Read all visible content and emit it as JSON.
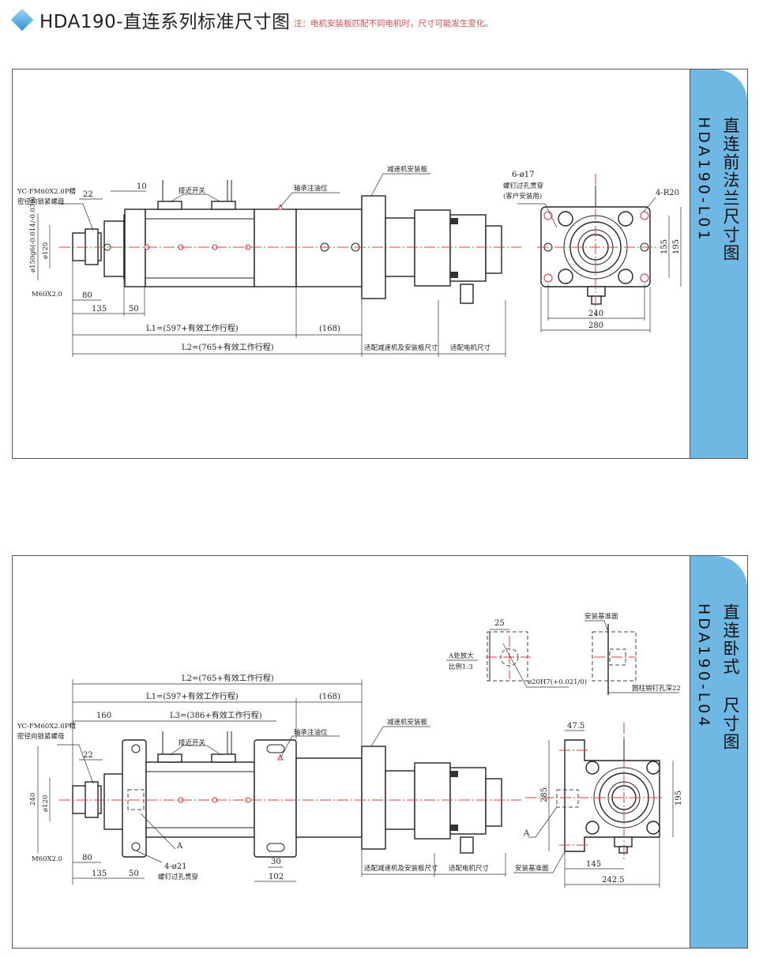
{
  "header": {
    "title": "HDA190-直连系列标准尺寸图",
    "note": "注：电机安装板匹配不同电机时，尺寸可能发生变化。"
  },
  "colors": {
    "accent": "#6fb8e3",
    "centerline": "#e23c3c",
    "note": "#e04a4a"
  },
  "panel_front_flange": {
    "side_code": "HDA190-L01",
    "side_title": "直连前法兰尺寸图",
    "labels": {
      "nut_line1": "YC-FM60X2.0P精",
      "nut_line2": "密径向锁紧螺母",
      "proximity_switch": "接近开关",
      "bearing_oil": "轴承注油位",
      "reducer_plate": "减速机安装板",
      "thread": "M60X2.0",
      "holes": "6-ø17",
      "holes_note1": "螺钉过孔贯穿",
      "holes_note2": "(客户安装用)",
      "radius": "4-R20",
      "reducer_dim": "适配减速机及安装板尺寸",
      "motor_dim": "适配电机尺寸"
    },
    "dims": {
      "d10": "10",
      "d22": "22",
      "d80": "80",
      "d135": "135",
      "d50": "50",
      "l1": "L1=(597+有效工作行程)",
      "d168": "(168)",
      "l2": "L2=(765+有效工作行程)",
      "d150": "ø150g6(-0.014/-0.039)",
      "d120": "ø120",
      "d240": "240",
      "d280": "280",
      "d155": "155",
      "d195": "195"
    }
  },
  "panel_horizontal": {
    "side_code": "HDA190-L04",
    "side_title": "直连卧式 尺寸图",
    "labels": {
      "nut_line1": "YC-FM60X2.0P精",
      "nut_line2": "密径向锁紧螺母",
      "proximity_switch": "接近开关",
      "bearing_oil": "轴承注油位",
      "reducer_plate": "减速机安装板",
      "thread": "M60X2.0",
      "holes": "4-ø21",
      "holes_note": "螺钉过孔贯穿",
      "mark_a": "A",
      "detail_title": "A处放大",
      "detail_scale": "比例1:3",
      "pin_hole": "ø20H7(+0.021/0)",
      "datum_top": "安装基准面",
      "pin_depth": "圆柱销钉孔深22",
      "datum_bottom": "安装基准面",
      "mark_a2": "A",
      "reducer_dim": "适配减速机及安装板尺寸",
      "motor_dim": "适配电机尺寸"
    },
    "dims": {
      "l2": "L2=(765+有效工作行程)",
      "l1": "L1=(597+有效工作行程)",
      "d168": "(168)",
      "l3": "L3=(386+有效工作行程)",
      "d160": "160",
      "d22": "22",
      "d240": "240",
      "d120": "ø120",
      "d80": "80",
      "d135": "135",
      "d50": "50",
      "d30": "30",
      "d102": "102",
      "d25": "25",
      "d47_5": "47.5",
      "d285": "285",
      "d195": "195",
      "d145": "145",
      "d242_5": "242.5"
    }
  }
}
